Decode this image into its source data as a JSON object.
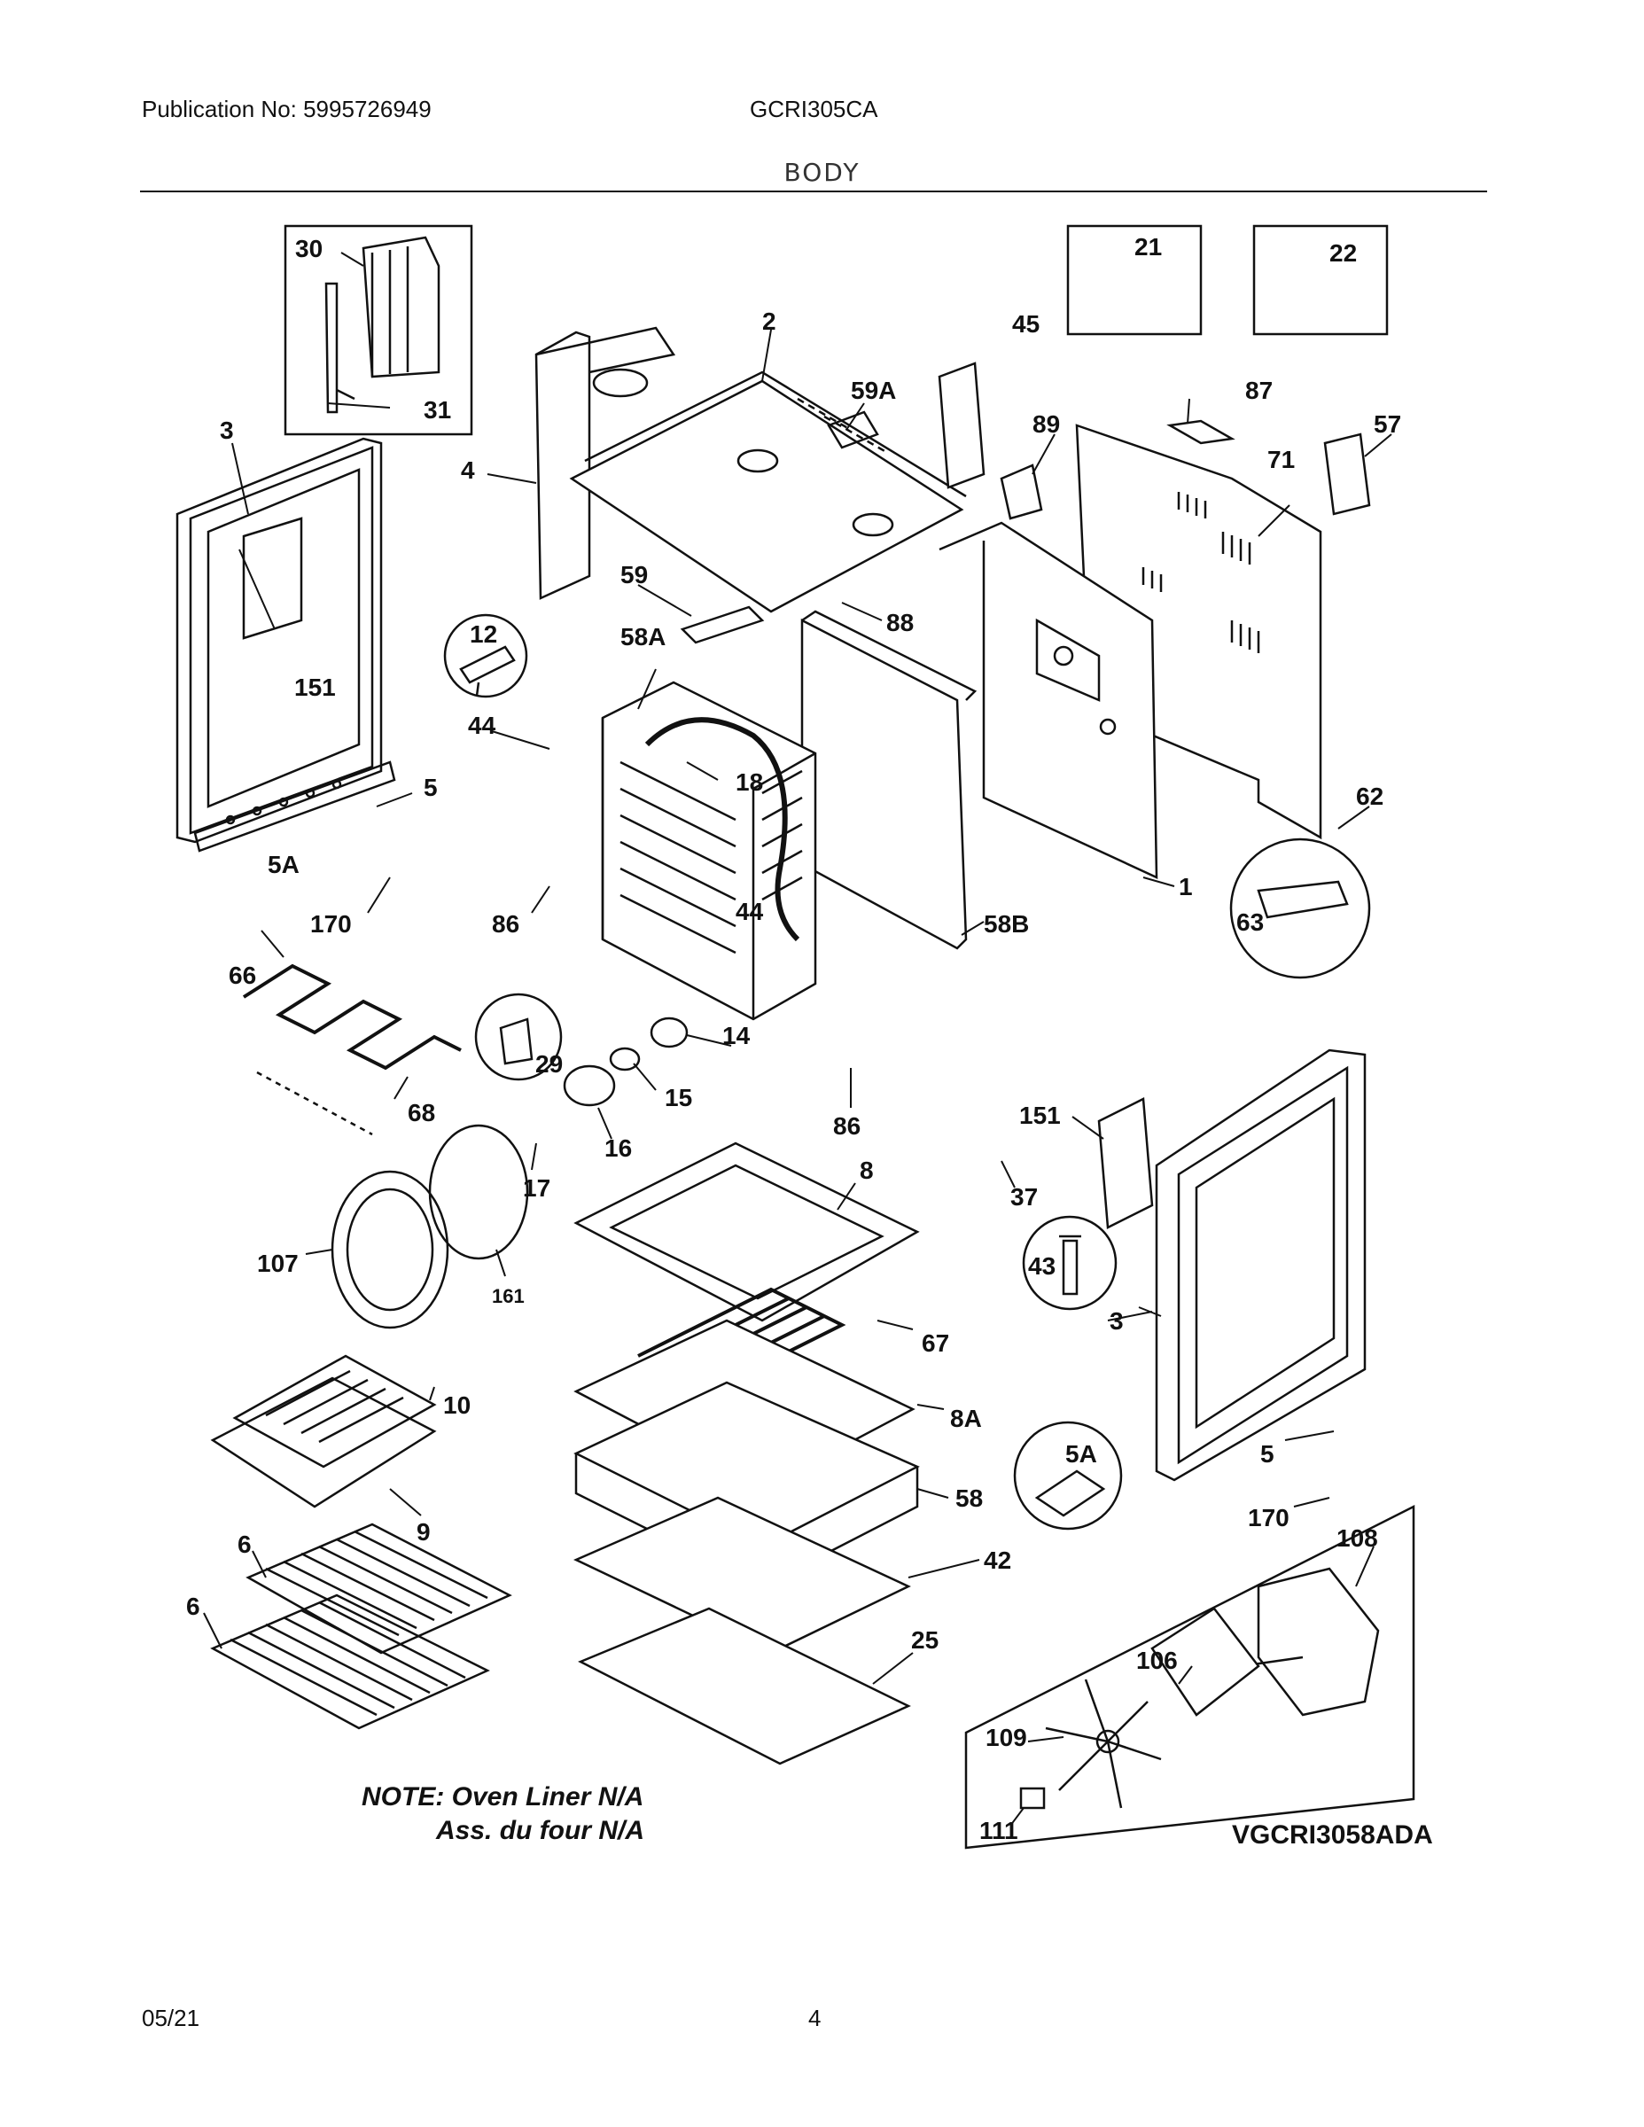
{
  "header": {
    "publication": "Publication No: 5995726949",
    "model": "GCRI305CA",
    "section": "BODY"
  },
  "footer": {
    "date": "05/21",
    "page": "4"
  },
  "note": {
    "line1": "NOTE: Oven Liner N/A",
    "line2": "Ass. du four N/A"
  },
  "diagram_code": "VGCRI3058ADA",
  "callouts": {
    "p30": "30",
    "p31": "31",
    "p3a": "3",
    "p4": "4",
    "p2": "2",
    "p59A": "59A",
    "p45": "45",
    "p21": "21",
    "p22": "22",
    "p87": "87",
    "p89": "89",
    "p57": "57",
    "p71": "71",
    "p59": "59",
    "p88": "88",
    "p12": "12",
    "p58A": "58A",
    "p151a": "151",
    "p44a": "44",
    "p18": "18",
    "p5a": "5",
    "p5Aa": "5A",
    "p62": "62",
    "p1": "1",
    "p170a": "170",
    "p86a": "86",
    "p44b": "44",
    "p58B": "58B",
    "p63": "63",
    "p66": "66",
    "p29": "29",
    "p14": "14",
    "p15": "15",
    "p68": "68",
    "p16": "16",
    "p86b": "86",
    "p151b": "151",
    "p17": "17",
    "p8": "8",
    "p37": "37",
    "p107": "107",
    "p161": "161",
    "p43": "43",
    "p3b": "3",
    "p67": "67",
    "p10": "10",
    "p8A": "8A",
    "p5Ab": "5A",
    "p5b": "5",
    "p9": "9",
    "p58": "58",
    "p170b": "170",
    "p6a": "6",
    "p42": "42",
    "p108": "108",
    "p6b": "6",
    "p25": "25",
    "p106": "106",
    "p109": "109",
    "p111": "111"
  }
}
